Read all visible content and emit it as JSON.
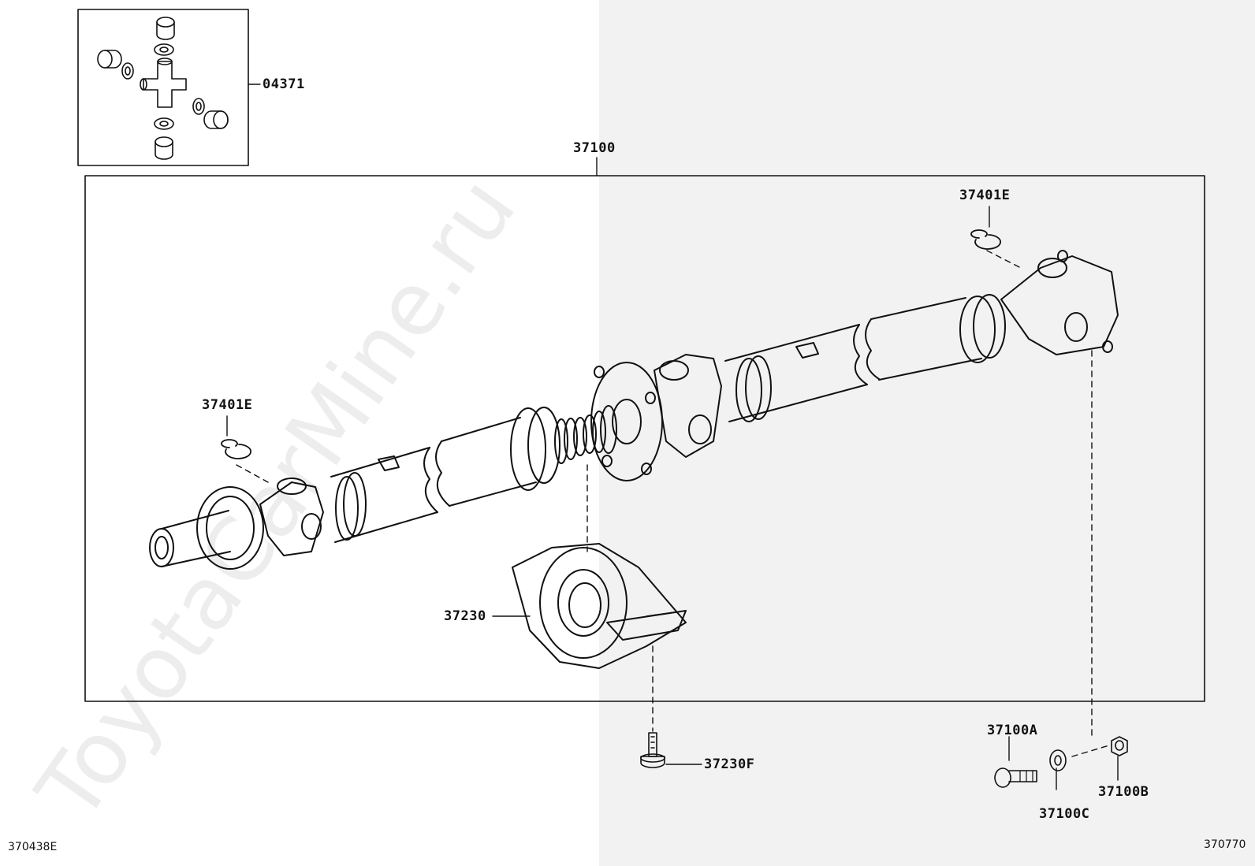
{
  "watermark": "ToyotaCarMine.ru",
  "labels": {
    "kit": "04371",
    "assembly": "37100",
    "snap_ring_right": "37401E",
    "snap_ring_left": "37401E",
    "center_bearing": "37230",
    "bearing_bolt": "37230F",
    "flange_bolt": "37100A",
    "flange_washer": "37100C",
    "flange_nut": "37100B"
  },
  "codes": {
    "left": "370438E",
    "right": "370770"
  },
  "icons": {
    "universal_joint": "universal-joint-kit-icon",
    "shaft": "propeller-shaft-icon",
    "bearing": "center-bearing-icon",
    "bolt": "bolt-icon",
    "washer": "washer-icon",
    "nut": "nut-icon",
    "snap_ring": "snap-ring-icon"
  }
}
